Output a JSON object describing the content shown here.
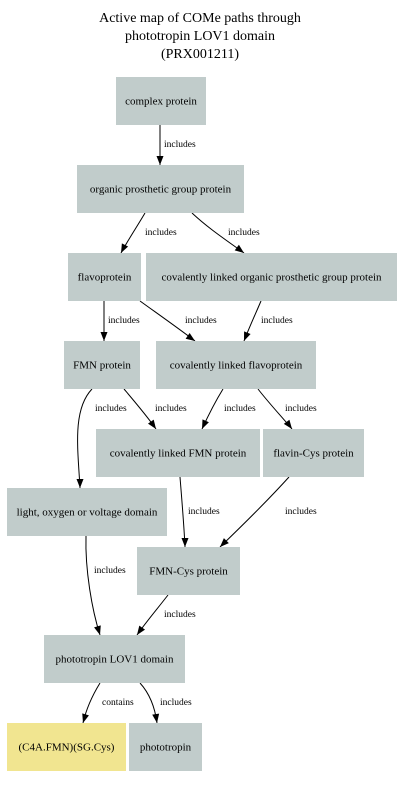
{
  "title": [
    "Active map of COMe paths through",
    "phototropin LOV1 domain",
    "(PRX001211)"
  ],
  "colors": {
    "node": "#c1cccb",
    "highlight": "#f1e590",
    "edge": "#000000"
  },
  "nodes": [
    {
      "id": "complex",
      "label": "complex protein"
    },
    {
      "id": "organic",
      "label": "organic prosthetic group protein"
    },
    {
      "id": "flavo",
      "label": "flavoprotein"
    },
    {
      "id": "covorg",
      "label": "covalently linked organic prosthetic group protein"
    },
    {
      "id": "fmn",
      "label": "FMN protein"
    },
    {
      "id": "covflavo",
      "label": "covalently linked flavoprotein"
    },
    {
      "id": "covfmn",
      "label": "covalently linked FMN protein"
    },
    {
      "id": "flavcys",
      "label": "flavin-Cys protein"
    },
    {
      "id": "lov",
      "label": "light, oxygen or voltage domain"
    },
    {
      "id": "fmncys",
      "label": "FMN-Cys protein"
    },
    {
      "id": "lov1",
      "label": "phototropin LOV1 domain"
    },
    {
      "id": "c4a",
      "label": "(C4A.FMN)(SG.Cys)",
      "highlight": true
    },
    {
      "id": "photo",
      "label": "phototropin"
    }
  ],
  "edges": [
    {
      "from": "complex",
      "to": "organic",
      "label": "includes"
    },
    {
      "from": "organic",
      "to": "flavo",
      "label": "includes"
    },
    {
      "from": "organic",
      "to": "covorg",
      "label": "includes"
    },
    {
      "from": "flavo",
      "to": "fmn",
      "label": "includes"
    },
    {
      "from": "flavo",
      "to": "covflavo",
      "label": "includes"
    },
    {
      "from": "covorg",
      "to": "covflavo",
      "label": "includes"
    },
    {
      "from": "fmn",
      "to": "lov",
      "label": "includes"
    },
    {
      "from": "fmn",
      "to": "covfmn",
      "label": "includes"
    },
    {
      "from": "covflavo",
      "to": "covfmn",
      "label": "includes"
    },
    {
      "from": "covflavo",
      "to": "flavcys",
      "label": "includes"
    },
    {
      "from": "covfmn",
      "to": "fmncys",
      "label": "includes"
    },
    {
      "from": "flavcys",
      "to": "fmncys",
      "label": "includes"
    },
    {
      "from": "lov",
      "to": "lov1",
      "label": "includes"
    },
    {
      "from": "fmncys",
      "to": "lov1",
      "label": "includes"
    },
    {
      "from": "lov1",
      "to": "c4a",
      "label": "contains"
    },
    {
      "from": "lov1",
      "to": "photo",
      "label": "includes"
    }
  ]
}
